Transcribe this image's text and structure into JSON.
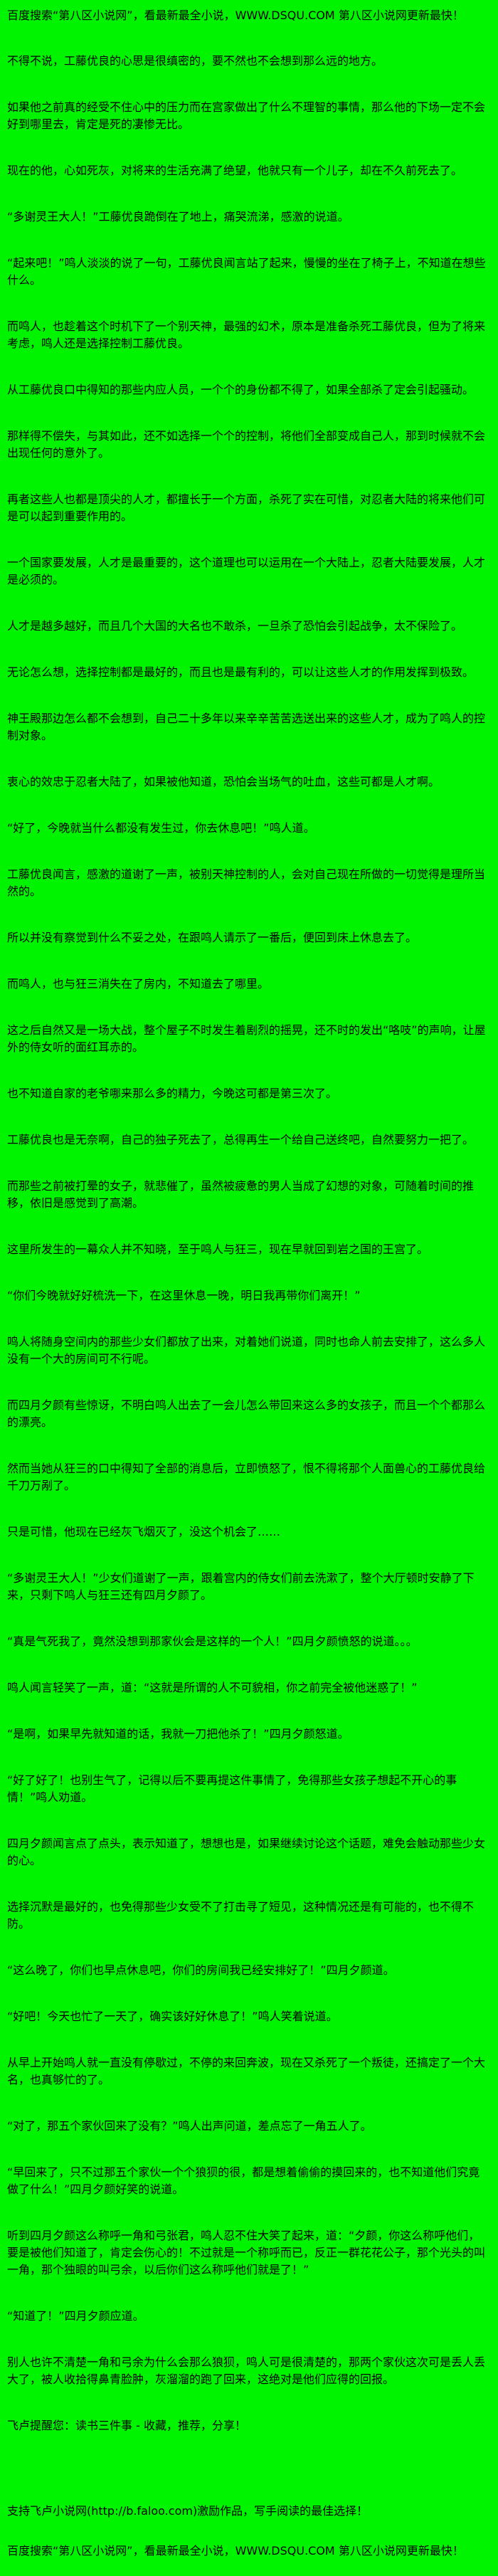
{
  "page": {
    "bg_color": "#00f400",
    "text_color": "#000000"
  },
  "header": {
    "notice": "百度搜索“第八区小说网”，看最新最全小说，WWW.DSQU.COM  第八区小说网更新最快！"
  },
  "content": {
    "paragraphs": [
      "不得不说，工藤优良的心思是很缜密的，要不然也不会想到那么远的地方。",
      "如果他之前真的经受不住心中的压力而在宫家做出了什么不理智的事情，那么他的下场一定不会好到哪里去，肯定是死的凄惨无比。",
      "现在的他，心如死灰，对将来的生活充满了绝望，他就只有一个儿子，却在不久前死去了。",
      "“多谢灵王大人！”工藤优良跪倒在了地上，痛哭流涕，感激的说道。",
      "“起来吧！”鸣人淡淡的说了一句，工藤优良闻言站了起来，慢慢的坐在了椅子上，不知道在想些什么。",
      "而鸣人，也趁着这个时机下了一个别天神，最强的幻术，原本是准备杀死工藤优良，但为了将来考虑，鸣人还是选择控制工藤优良。",
      "从工藤优良口中得知的那些内应人员，一个个的身份都不得了，如果全部杀了定会引起骚动。",
      "那样得不偿失，与其如此，还不如选择一个个的控制，将他们全部变成自己人，那到时候就不会出现任何的意外了。",
      "再者这些人也都是顶尖的人才，都擅长于一个方面，杀死了实在可惜，对忍者大陆的将来他们可是可以起到重要作用的。",
      "一个国家要发展，人才是最重要的，这个道理也可以运用在一个大陆上，忍者大陆要发展，人才是必须的。",
      "人才是越多越好，而且几个大国的大名也不敢杀，一旦杀了恐怕会引起战争，太不保险了。",
      "无论怎么想，选择控制都是最好的，而且也是最有利的，可以让这些人才的作用发挥到极致。",
      "神王殿那边怎么都不会想到，自己二十多年以来辛辛苦苦选送出来的这些人才，成为了鸣人的控制对象。",
      "衷心的效忠于忍者大陆了，如果被他知道，恐怕会当场气的吐血，这些可都是人才啊。",
      "“好了，今晚就当什么都没有发生过，你去休息吧！”鸣人道。",
      "工藤优良闻言，感激的道谢了一声，被别天神控制的人，会对自己现在所做的一切觉得是理所当然的。",
      "所以并没有察觉到什么不妥之处，在跟鸣人请示了一番后，便回到床上休息去了。",
      "而鸣人，也与狂三消失在了房内，不知道去了哪里。",
      "这之后自然又是一场大战，整个屋子不时发生着剧烈的摇晃，还不时的发出“咯吱”的声响，让屋外的侍女听的面红耳赤的。",
      "也不知道自家的老爷哪来那么多的精力，今晚这可都是第三次了。",
      "工藤优良也是无奈啊，自己的独子死去了，总得再生一个给自己送终吧，自然要努力一把了。",
      "而那些之前被打晕的女子，就悲催了，虽然被疲惫的男人当成了幻想的对象，可随着时间的推移，依旧是感觉到了高潮。",
      "这里所发生的一幕众人并不知晓，至于鸣人与狂三，现在早就回到岩之国的王宫了。",
      "“你们今晚就好好梳洗一下，在这里休息一晚，明日我再带你们离开！”",
      "鸣人将随身空间内的那些少女们都放了出来，对着她们说道，同时也命人前去安排了，这么多人没有一个大的房间可不行呢。",
      "而四月夕颜有些惊讶，不明白鸣人出去了一会儿怎么带回来这么多的女孩子，而且一个个都那么的漂亮。",
      "然而当她从狂三的口中得知了全部的消息后，立即愤怒了，恨不得将那个人面兽心的工藤优良给千刀万剐了。",
      "只是可惜，他现在已经灰飞烟灭了，没这个机会了……",
      "“多谢灵王大人！”少女们道谢了一声，跟着宫内的侍女们前去洗漱了，整个大厅顿时安静了下来，只剩下鸣人与狂三还有四月夕颜了。",
      "“真是气死我了，竟然没想到那家伙会是这样的一个人！”四月夕颜愤怒的说道。。。",
      "鸣人闻言轻笑了一声，道：“这就是所谓的人不可貌相，你之前完全被他迷惑了！”",
      "“是啊，如果早先就知道的话，我就一刀把他杀了！”四月夕颜怒道。",
      "“好了好了！也别生气了，记得以后不要再提这件事情了，免得那些女孩子想起不开心的事情！”鸣人劝道。",
      "四月夕颜闻言点了点头，表示知道了，想想也是，如果继续讨论这个话题，难免会触动那些少女的心。",
      "选择沉默是最好的，也免得那些少女受不了打击寻了短见，这种情况还是有可能的，也不得不防。",
      "“这么晚了，你们也早点休息吧，你们的房间我已经安排好了！”四月夕颜道。",
      "“好吧！今天也忙了一天了，确实该好好休息了！”鸣人笑着说道。",
      "从早上开始鸣人就一直没有停歇过，不停的来回奔波，现在又杀死了一个叛徒，还搞定了一个大名，也真够忙的了。",
      "“对了，那五个家伙回来了没有？”鸣人出声问道，差点忘了一角五人了。",
      "“早回来了，只不过那五个家伙一个个狼狈的很，都是想着偷偷的摸回来的，也不知道他们究竟做了什么！”四月夕颜好笑的说道。",
      "听到四月夕颜这么称呼一角和弓张君，鸣人忍不住大笑了起来，道：“夕颜，你这么称呼他们，要是被他们知道了，肯定会伤心的！不过就是一个称呼而已，反正一群花花公子，那个光头的叫一角，那个独眼的叫弓余，以后你们这么称呼他们就是了！”",
      "“知道了！”四月夕颜应道。",
      "别人也许不清楚一角和弓余为什么会那么狼狈，鸣人可是很清楚的，那两个家伙这次可是丢人丢大了，被人收拾得鼻青脸肿，灰溜溜的跑了回来，这绝对是他们应得的回报。"
    ]
  },
  "footer": {
    "reminder": "飞卢提醒您：读书三件事 - 收藏，推荐，分享！",
    "support": "支持飞卢小说网(http://b.faloo.com)激励作品，写手阅读的最佳选择！",
    "notice": "百度搜索“第八区小说网”，看最新最全小说，WWW.DSQU.COM  第八区小说网更新最快！"
  }
}
